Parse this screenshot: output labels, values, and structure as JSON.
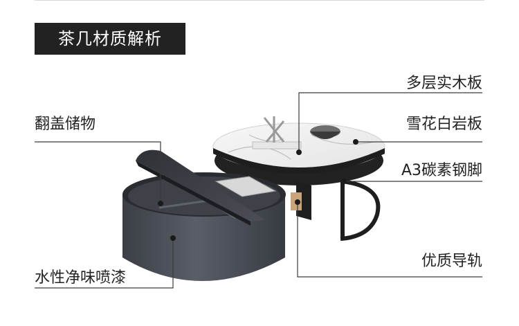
{
  "title": "茶几材质解析",
  "labels": {
    "multilayer_board": "多层实木板",
    "flip_storage": "翻盖储物",
    "rock_slab": "雪花白岩板",
    "steel_legs": "A3碳素钢脚",
    "water_paint": "水性净味喷漆",
    "quality_rail": "优质导轨"
  },
  "colors": {
    "title_bg": "#222222",
    "cabinet": "#4a4d55",
    "metal": "#1e1e1e",
    "marble": "#f2f2f2"
  }
}
